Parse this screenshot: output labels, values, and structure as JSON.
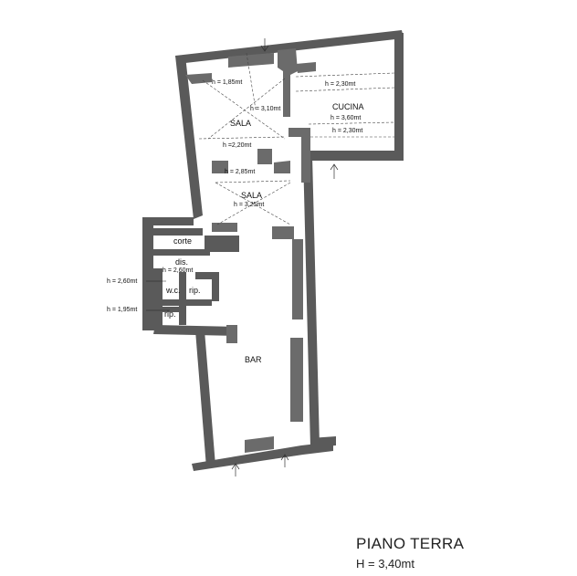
{
  "rooms": {
    "sala_top": "SALA",
    "sala_bottom": "SALA",
    "cucina": "CUCINA",
    "corte": "corte",
    "dis": "dis.",
    "wc": "w.c.",
    "rip_small": "rip.",
    "rip_lower": "rip.",
    "bar": "BAR"
  },
  "heights": {
    "h185": "h = 1,85mt",
    "h310": "h = 3,10mt",
    "h230_top": "h = 2,30mt",
    "h360": "h = 3,60mt",
    "h230_bottom": "h = 2,30mt",
    "h220": "h =2,20mt",
    "h285": "h = 2,85mt",
    "h325": "h = 3,25mt",
    "h260_in": "h = 2,60mt",
    "h260_out": "h = 2,60mt",
    "h195": "h = 1,95mt"
  },
  "footer": {
    "title": "PIANO TERRA",
    "height": "H = 3,40mt"
  }
}
